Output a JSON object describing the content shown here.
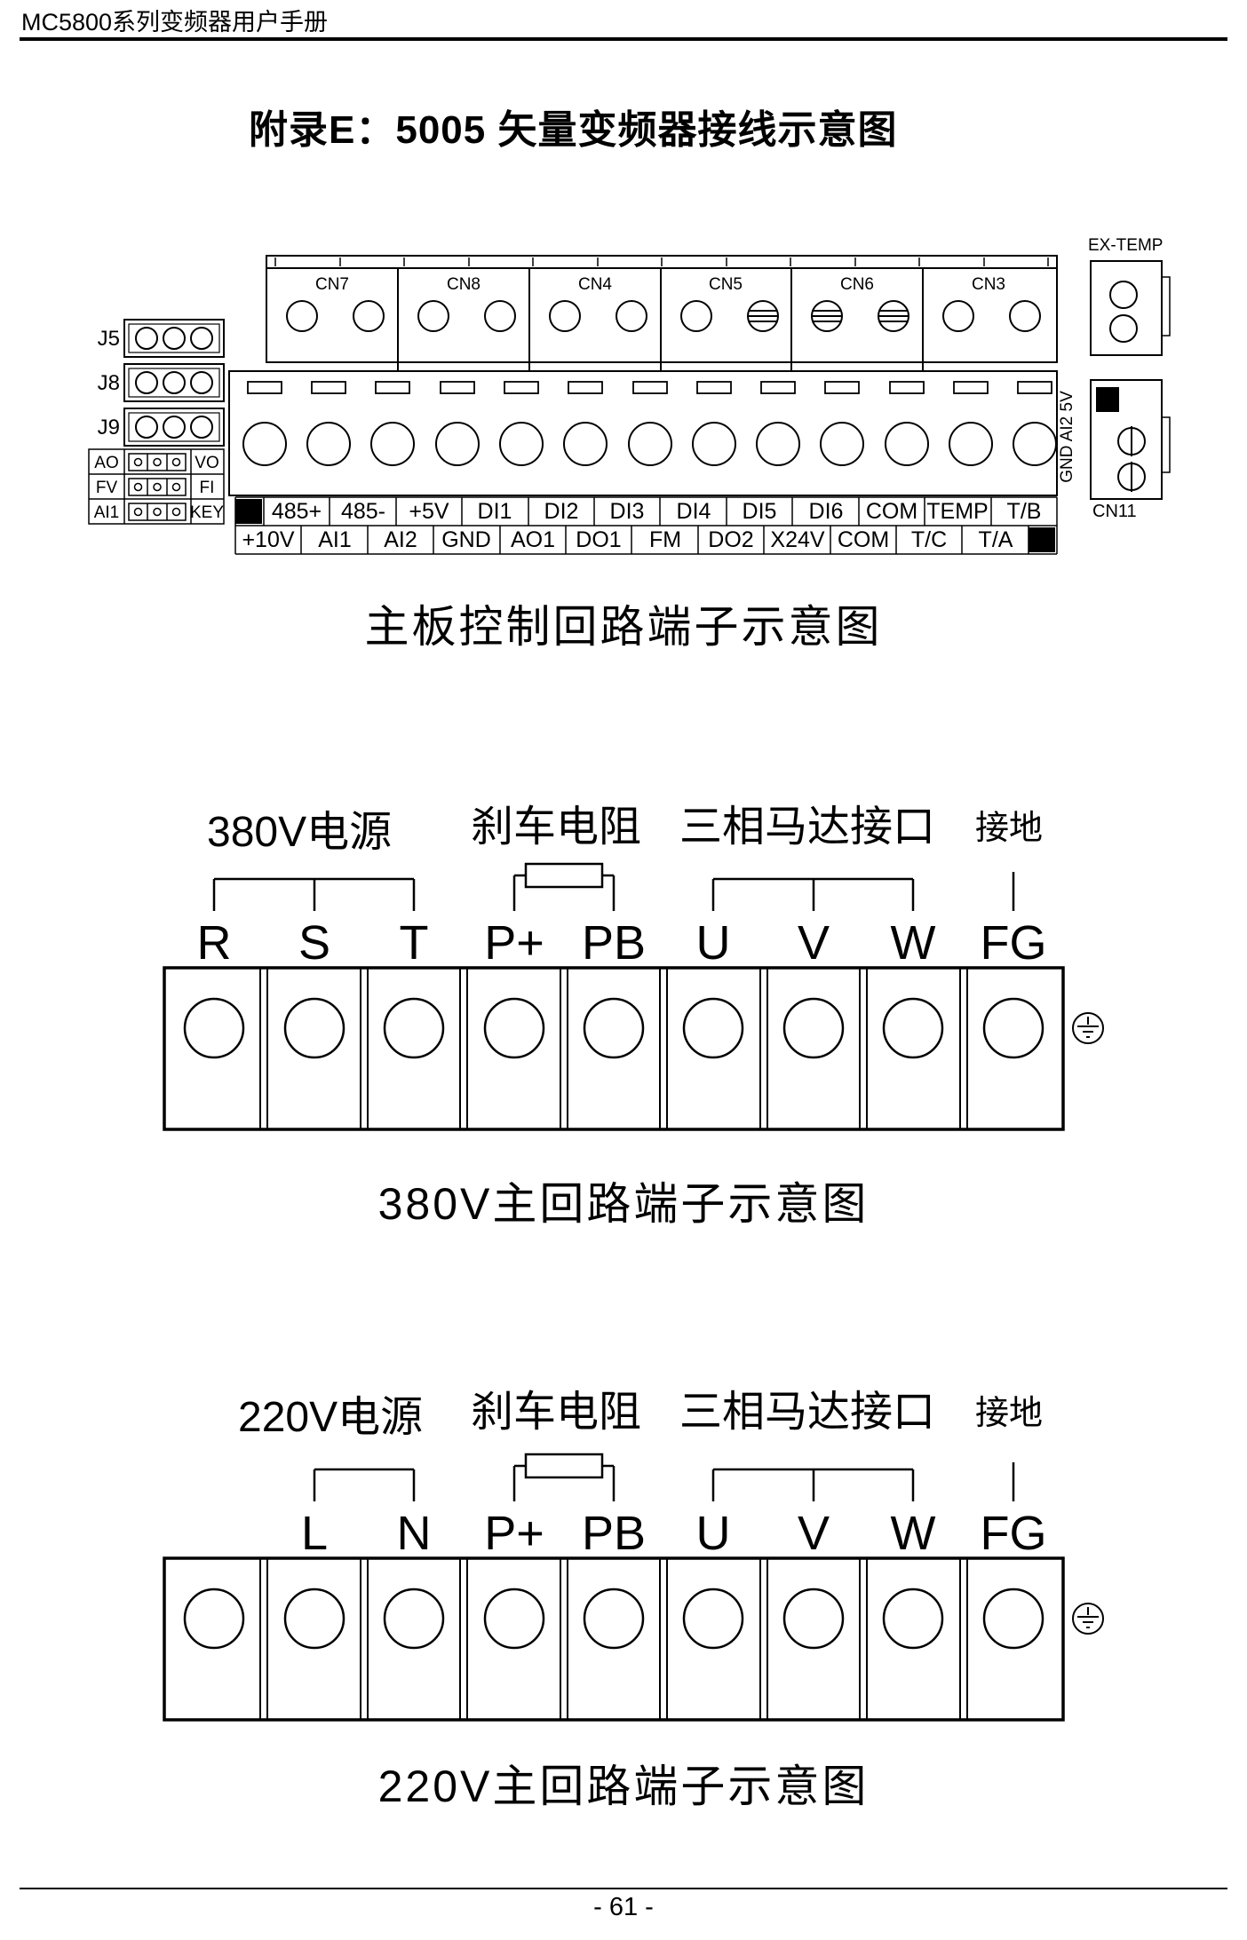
{
  "page": {
    "header_title": "MC5800系列变频器用户手册",
    "appendix_title": "附录E：5005 矢量变频器接线示意图",
    "footer_page_number": "- 61 -"
  },
  "control_board": {
    "caption": "主板控制回路端子示意图",
    "ex_temp_label": "EX-TEMP",
    "cn_labels": [
      "CN7",
      "CN8",
      "CN4",
      "CN5",
      "CN6",
      "CN3"
    ],
    "j_labels": [
      "J5",
      "J8",
      "J9"
    ],
    "jumper_left_labels": [
      "AO",
      "FV",
      "AI1"
    ],
    "jumper_right_labels": [
      "VO",
      "FI",
      "KEY"
    ],
    "terminal_row_top": [
      "485+",
      "485-",
      "+5V",
      "DI1",
      "DI2",
      "DI3",
      "DI4",
      "DI5",
      "DI6",
      "COM",
      "TEMP",
      "T/B"
    ],
    "terminal_row_bottom": [
      "+10V",
      "AI1",
      "AI2",
      "GND",
      "AO1",
      "DO1",
      "FM",
      "DO2",
      "X24V",
      "COM",
      "T/C",
      "T/A"
    ],
    "cn11_label": "CN11",
    "cn11_pin_label": "GND AI2 5V"
  },
  "circuit_380v": {
    "power_label": "380V电源",
    "brake_label": "刹车电阻",
    "motor_label": "三相马达接口",
    "ground_label": "接地",
    "terminals": [
      "R",
      "S",
      "T",
      "P+",
      "PB",
      "U",
      "V",
      "W",
      "FG"
    ],
    "caption": "380V主回路端子示意图"
  },
  "circuit_220v": {
    "power_label": "220V电源",
    "brake_label": "刹车电阻",
    "motor_label": "三相马达接口",
    "ground_label": "接地",
    "terminals": [
      "",
      "L",
      "N",
      "P+",
      "PB",
      "U",
      "V",
      "W",
      "FG"
    ],
    "caption": "220V主回路端子示意图"
  }
}
